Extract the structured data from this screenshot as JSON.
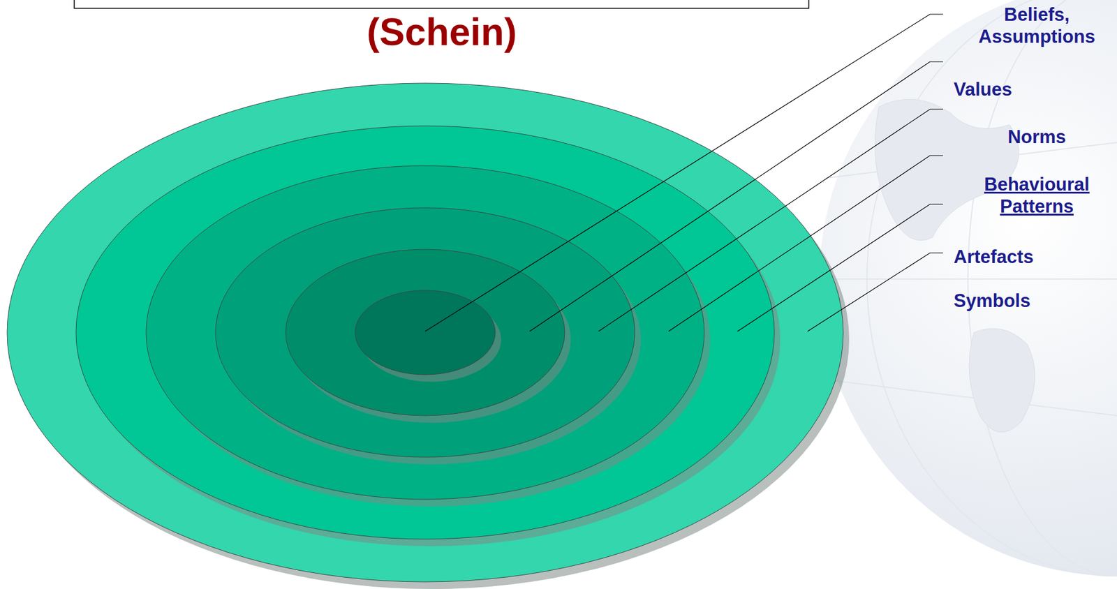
{
  "diagram": {
    "title": "(Schein)",
    "labels": [
      "Beliefs, Assumptions",
      "Values",
      "Norms",
      "Behavioural Patterns",
      "Artefacts",
      "Symbols"
    ]
  }
}
